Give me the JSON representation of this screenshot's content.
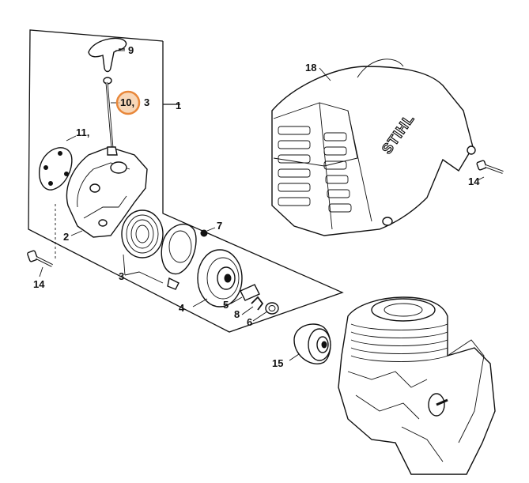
{
  "labels": {
    "p1": "1",
    "p2": "2",
    "p3a": "3",
    "p3b": "3",
    "p4": "4",
    "p5": "5",
    "p6": "6",
    "p7": "7",
    "p8": "8",
    "p9": "9",
    "p10": "10,",
    "p11": "11,",
    "p14a": "14",
    "p14b": "14",
    "p15": "15",
    "p18": "18"
  },
  "brand": "STIHL",
  "colors": {
    "highlight_fill": "#f6c9a0",
    "highlight_stroke": "#e8873a",
    "ink": "#111111"
  }
}
